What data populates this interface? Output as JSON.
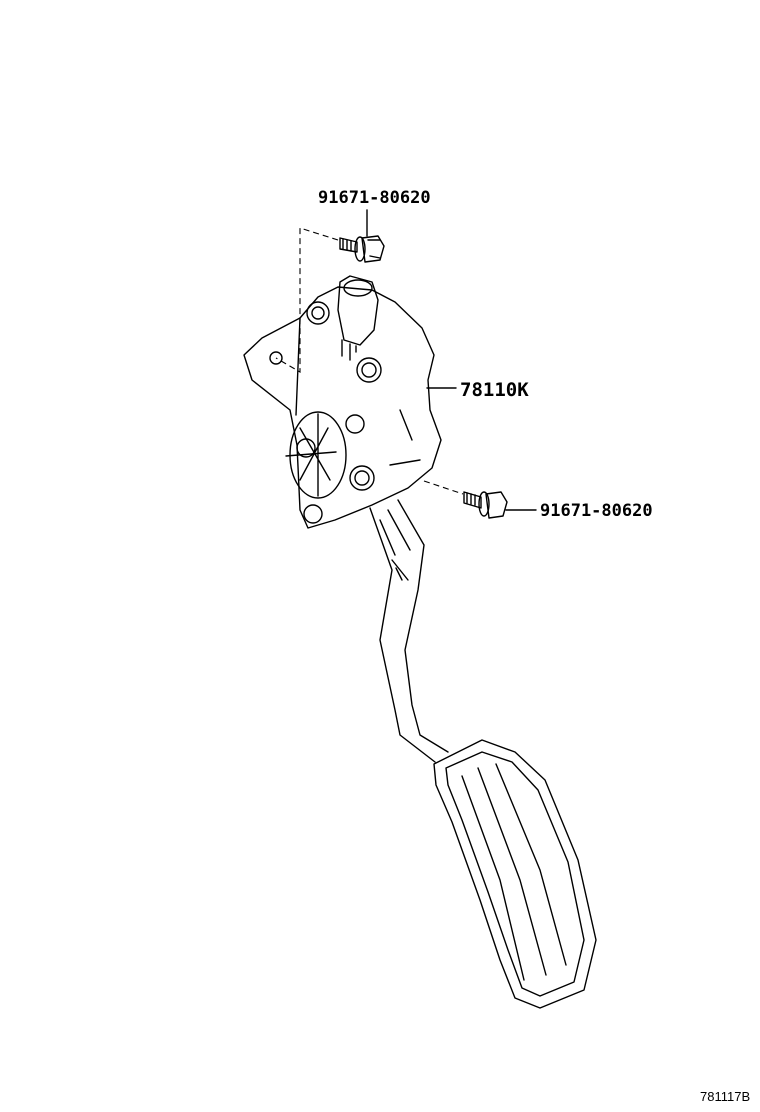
{
  "labels": {
    "bolt_top": "91671-80620",
    "pedal_assembly": "78110K",
    "bolt_right": "91671-80620"
  },
  "diagram_code": "781117B"
}
